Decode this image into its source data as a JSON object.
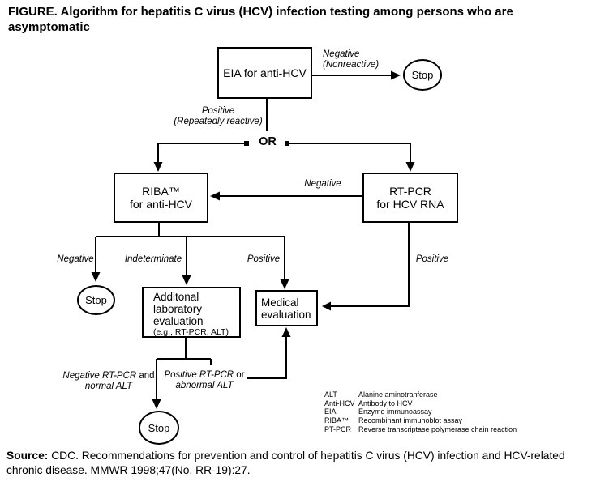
{
  "title": "FIGURE. Algorithm for hepatitis C virus (HCV) infection testing among persons who are asymptomatic",
  "nodes": {
    "eia": {
      "label": "EIA for anti-HCV"
    },
    "riba": {
      "line1": "RIBA™",
      "line2": "for anti-HCV"
    },
    "rtpcr": {
      "line1": "RT-PCR",
      "line2": "for HCV RNA"
    },
    "addlab": {
      "line1": "Additonal",
      "line2": "laboratory",
      "line3": "evaluation",
      "line4": "(e.g., RT-PCR, ALT)"
    },
    "medeval": {
      "line1": "Medical",
      "line2": "evaluation"
    },
    "stop_top": {
      "label": "Stop"
    },
    "stop_left": {
      "label": "Stop"
    },
    "stop_bottom": {
      "label": "Stop"
    }
  },
  "edge_labels": {
    "negative_nonreactive": {
      "line1": "Negative",
      "line2": "(Nonreactive)"
    },
    "positive_repeatedly": {
      "line1": "Positive",
      "line2": "(Repeatedly reactive)"
    },
    "or": "OR",
    "rtpcr_to_riba_negative": "Negative",
    "riba_negative": "Negative",
    "riba_indeterminate": "Indeterminate",
    "riba_positive": "Positive",
    "rtpcr_positive": "Positive",
    "negative_workup": {
      "italic1": "Negative RT-PCR",
      "roman1": " and",
      "line2": "normal ALT"
    },
    "positive_workup": {
      "italic1": "Positive RT-PCR",
      "roman1": " or",
      "line2": "abnormal ALT"
    }
  },
  "legend": {
    "rows": [
      {
        "abbr": "ALT",
        "def": "Alanine aminotranferase"
      },
      {
        "abbr": "Anti-HCV",
        "def": "Antibody to HCV"
      },
      {
        "abbr": "EIA",
        "def": "Enzyme immunoassay"
      },
      {
        "abbr": "RIBA™",
        "def": "Recombinant immunoblot assay"
      },
      {
        "abbr": "PT-PCR",
        "def": "Reverse transcriptase polymerase chain reaction"
      }
    ]
  },
  "source": {
    "label": "Source:",
    "text": " CDC. Recommendations for prevention and control of hepatitis C virus (HCV) infection and HCV-related chronic disease. MMWR 1998;47(No. RR-19):27."
  },
  "colors": {
    "ink": "#000000",
    "background": "#ffffff"
  }
}
